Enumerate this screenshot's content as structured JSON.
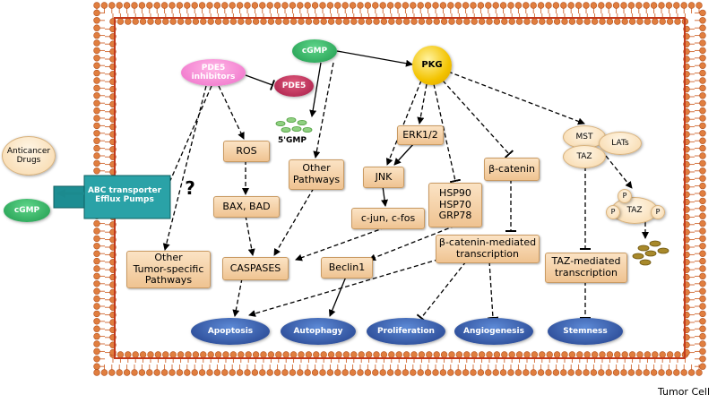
{
  "cell_label": "Tumor Cell",
  "nodes": {
    "cgmp_top": "cGMP",
    "pkg": "PKG",
    "pde5_inhibitors": "PDE5\ninhibitors",
    "pde5": "PDE5",
    "gmp5": "5'GMP",
    "ros": "ROS",
    "bax_bad": "BAX, BAD",
    "caspases": "CASPASES",
    "other_pathways": "Other\nPathways",
    "erk": "ERK1/2",
    "jnk": "JNK",
    "cjun": "c-jun, c-fos",
    "hsp": "HSP90\nHSP70\nGRP78",
    "beclin": "Beclin1",
    "bcatenin": "β-catenin",
    "bcat_tx": "β-catenin-mediated\ntranscription",
    "mst": "MST",
    "lats": "LATs",
    "taz": "TAZ",
    "taz_p": "TAZ",
    "p": "P",
    "taz_tx": "TAZ-mediated\ntranscription",
    "other_tumor": "Other\nTumor-specific\nPathways",
    "abc": "ABC transporter\nEfflux Pumps",
    "anticancer": "Anticancer\nDrugs",
    "cgmp_out": "cGMP",
    "question": "?"
  },
  "outcomes": {
    "apoptosis": "Apoptosis",
    "autophagy": "Autophagy",
    "proliferation": "Proliferation",
    "angiogenesis": "Angiogenesis",
    "stemness": "Stemness"
  }
}
